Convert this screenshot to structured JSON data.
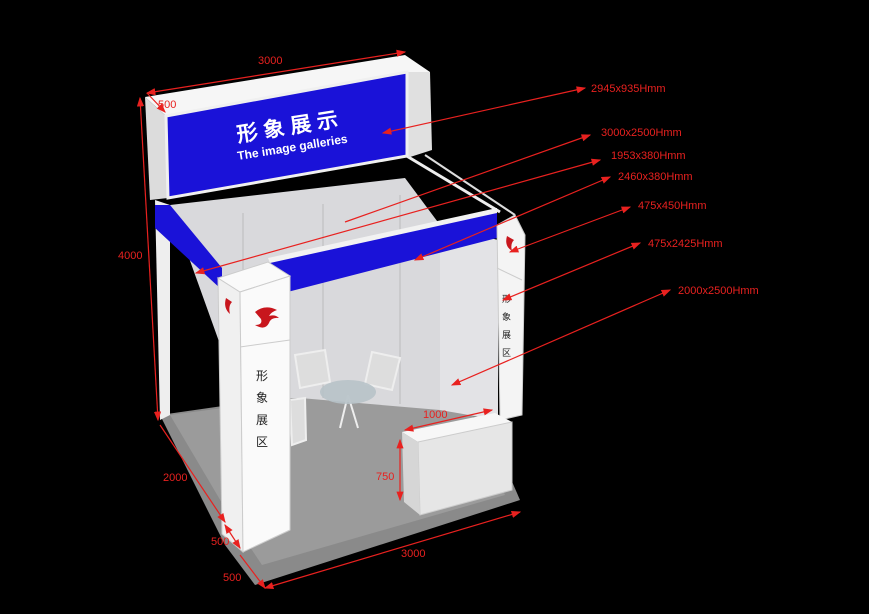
{
  "sign": {
    "title_cn": "形象展示",
    "title_en": "The image galleries"
  },
  "pillar_text": [
    "形",
    "象",
    "展",
    "区"
  ],
  "callouts": [
    {
      "label": "2945x935Hmm",
      "target": "header-sign"
    },
    {
      "label": "3000x2500Hmm",
      "target": "back-wall"
    },
    {
      "label": "1953x380Hmm",
      "target": "side-frieze"
    },
    {
      "label": "2460x380Hmm",
      "target": "front-frieze"
    },
    {
      "label": "475x450Hmm",
      "target": "pillar-logo-panel"
    },
    {
      "label": "475x2425Hmm",
      "target": "pillar-panel"
    },
    {
      "label": "2000x2500Hmm",
      "target": "side-wall"
    }
  ],
  "dimensions": {
    "header_width": "3000",
    "header_depth": "500",
    "total_height": "4000",
    "booth_depth": "2000",
    "pillar_depth": "500",
    "pillar_offset": "500",
    "booth_width": "3000",
    "counter_width": "1000",
    "counter_height": "750"
  },
  "colors": {
    "sign_blue": "#1a12d8",
    "dimension_red": "#e8211f",
    "logo_red": "#c8161d"
  }
}
